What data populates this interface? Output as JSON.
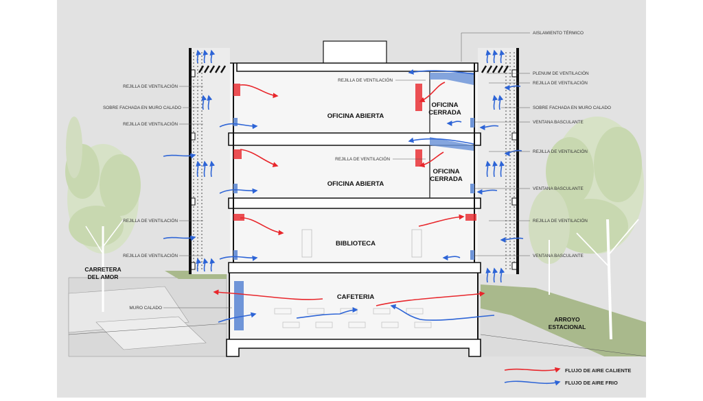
{
  "colors": {
    "background": "#e2e2e2",
    "hot_air": "#e8262b",
    "cold_air": "#2d64d6",
    "trees": "#c8d8b0",
    "grass": "#a9b98c",
    "vent_blue": "#6f95d8"
  },
  "rooms": {
    "floor3": "OFICINA ABIERTA",
    "floor3_closed_line1": "OFICINA",
    "floor3_closed_line2": "CERRADA",
    "floor2": "OFICINA ABIERTA",
    "floor2_closed_line1": "OFICINA",
    "floor2_closed_line2": "CERRADA",
    "floor1": "BIBLIOTECA",
    "ground": "CAFETERIA"
  },
  "places": {
    "left_line1": "CARRETERA",
    "left_line2": "DEL AMOR",
    "right_line1": "ARROYO",
    "right_line2": "ESTACIONAL"
  },
  "labels_left": [
    "REJILLA DE VENTILACIÓN",
    "SOBRE FACHADA EN MURO CALADO",
    "REJILLA DE VENTILACIÓN",
    "REJILLA DE VENTILACIÓN",
    "REJILLA DE VENTILACIÓN",
    "MURO CALADO"
  ],
  "labels_right": [
    "AISLAMIENTO TÉRMICO",
    "PLENUM DE VENTILACIÓN",
    "REJILLA DE VENTILACIÓN",
    "SOBRE FACHADA EN MURO CALADO",
    "VENTANA BASCULANTE",
    "REJILLA DE VENTILACIÓN",
    "VENTANA BASCULANTE",
    "REJILLA DE VENTILACIÓN",
    "VENTANA BASCULANTE"
  ],
  "labels_inner": [
    "REJILLA DE VENTILACIÓN",
    "REJILLA DE VENTILACIÓN"
  ],
  "legend": {
    "hot": "FLUJO DE AIRE CALIENTE",
    "cold": "FLUJO DE AIRE FRIO"
  }
}
